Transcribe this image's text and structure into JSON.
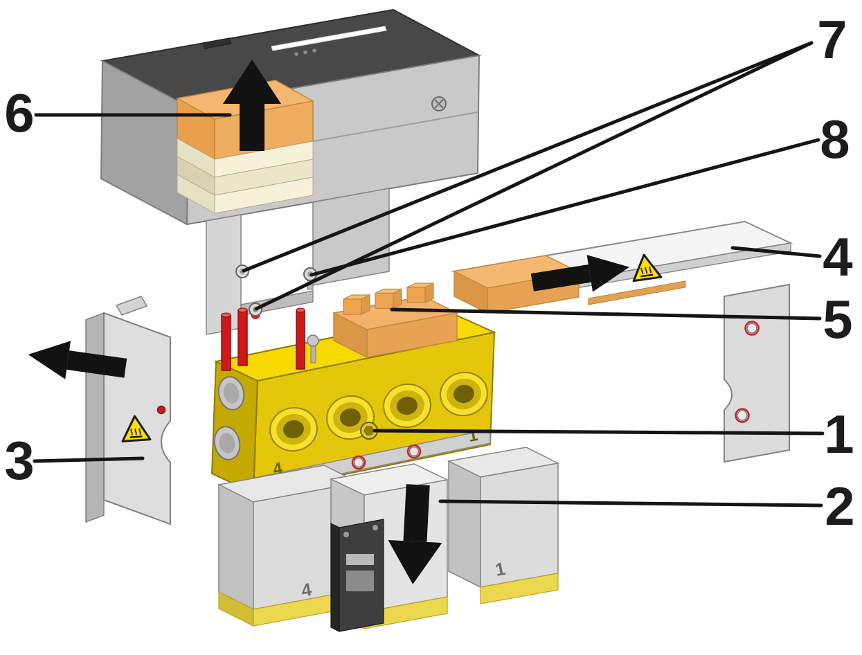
{
  "figure": {
    "type": "exploded-view-technical-diagram",
    "callouts": [
      {
        "label": "1"
      },
      {
        "label": "2"
      },
      {
        "label": "3"
      },
      {
        "label": "4"
      },
      {
        "label": "5"
      },
      {
        "label": "6"
      },
      {
        "label": "7"
      },
      {
        "label": "8"
      }
    ],
    "part_markings": {
      "manifold_station_left": "4",
      "manifold_station_right": "1",
      "valve_station_left": "4",
      "valve_station_right": "1"
    },
    "icons": {
      "hot_surface_warning": "warning-triangle-hot-surface",
      "up_arrow": "removal-direction-up",
      "down_arrow": "removal-direction-down",
      "left_arrow": "removal-direction-left",
      "right_arrow": "removal-direction-right"
    },
    "colors": {
      "highlight_orange": "#f2b269",
      "manifold_yellow": "#f0d000",
      "pin_red": "#d01818",
      "warning_yellow": "#ffdf00",
      "arrow_black": "#121212",
      "enclosure_dark": "#484848",
      "metal_light": "#d9d9d9"
    }
  }
}
